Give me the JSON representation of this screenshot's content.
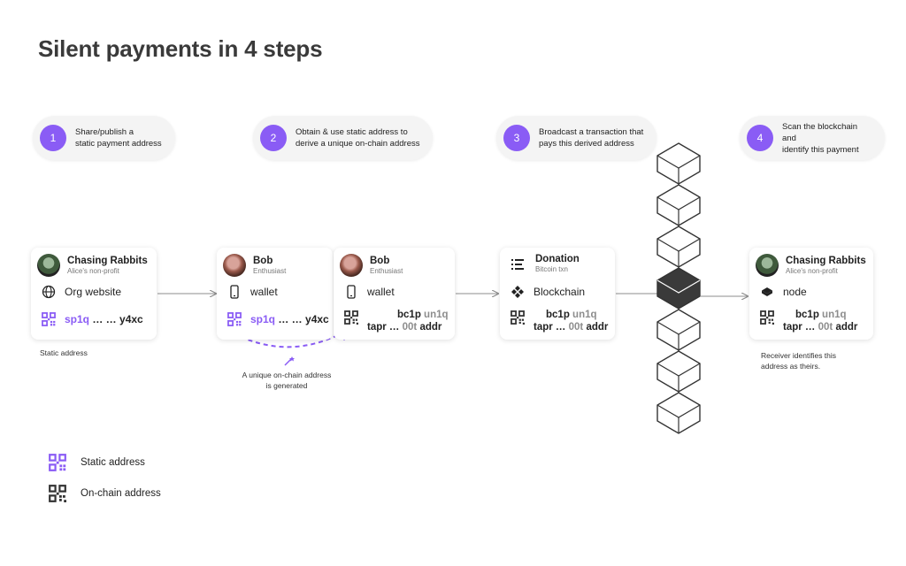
{
  "title": "Silent payments in 4 steps",
  "steps": [
    {
      "num": "1",
      "text": "Share/publish a\nstatic payment address"
    },
    {
      "num": "2",
      "text": "Obtain & use static address to\nderive a unique on-chain address"
    },
    {
      "num": "3",
      "text": "Broadcast a transaction that\npays this derived address"
    },
    {
      "num": "4",
      "text": "Scan the blockchain and\nidentify this payment"
    }
  ],
  "cards": {
    "alice_static": {
      "name": "Chasing Rabbits",
      "sub": "Alice's non-profit",
      "row1": "Org website",
      "addr_prefix": "sp1q",
      "addr_mid": " … … ",
      "addr_suffix": "y4xc"
    },
    "bob_static": {
      "name": "Bob",
      "sub": "Enthusiast",
      "row1": "wallet",
      "addr_prefix": "sp1q",
      "addr_mid": " … … ",
      "addr_suffix": "y4xc"
    },
    "bob_onchain": {
      "name": "Bob",
      "sub": "Enthusiast",
      "row1": "wallet",
      "line1_a": "bc1p",
      "line1_b": "un1q",
      "line2_a": "tapr … ",
      "line2_b": "00t",
      "line2_c": " addr"
    },
    "donation": {
      "name": "Donation",
      "sub": "Bitcoin txn",
      "row1": "Blockchain",
      "line1_a": "bc1p",
      "line1_b": "un1q",
      "line2_a": "tapr … ",
      "line2_b": "00t",
      "line2_c": " addr"
    },
    "alice_node": {
      "name": "Chasing Rabbits",
      "sub": "Alice's non-profit",
      "row1": "node",
      "line1_a": "bc1p",
      "line1_b": "un1q",
      "line2_a": "tapr … ",
      "line2_b": "00t",
      "line2_c": " addr"
    }
  },
  "captions": {
    "static": "Static address",
    "generated": "A unique on-chain address\nis generated",
    "receiver": "Receiver identifies this\naddress as theirs."
  },
  "legend": {
    "static": "Static address",
    "onchain": "On-chain address"
  },
  "colors": {
    "accent": "#8a5cf5",
    "dark_block": "#3a3a3a",
    "arrow": "#8d8d8d"
  }
}
